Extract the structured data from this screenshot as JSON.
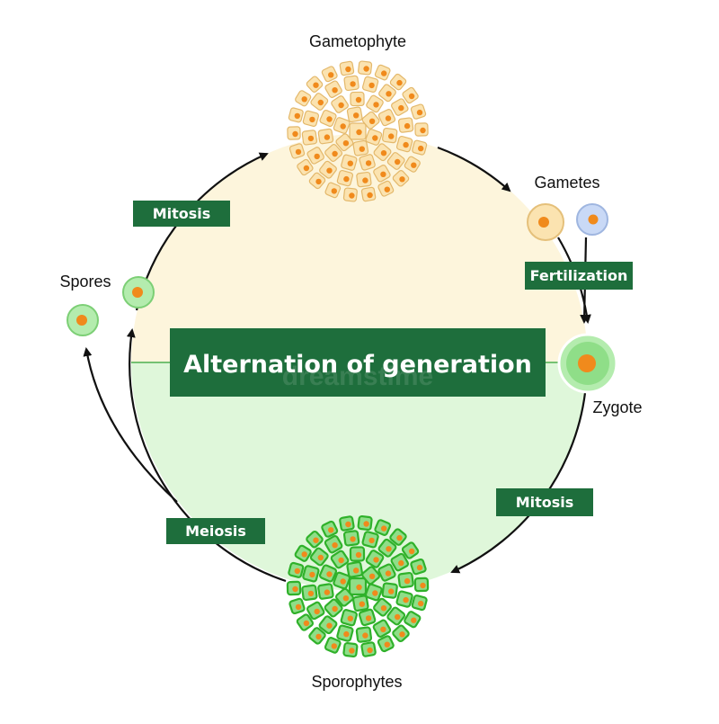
{
  "title": "Alternation of generation",
  "watermark": "dreamstime",
  "stages": {
    "gametophyte": "Gametophyte",
    "gametes": "Gametes",
    "zygote": "Zygote",
    "sporophytes": "Sporophytes",
    "spores": "Spores"
  },
  "processes": {
    "mitosis_top": "Mitosis",
    "fertilization": "Fertilization",
    "mitosis_bottom": "Mitosis",
    "meiosis": "Meiosis"
  },
  "colors": {
    "upper_fill": "#fdf5dc",
    "lower_fill": "#dff7da",
    "label_box": "#1e6e3c",
    "gametophyte_cell": "#fbe3b0",
    "sporophyte_cell": "#8fde88",
    "nucleus": "#f08a1c",
    "blue_cell": "#c9d9f6",
    "arrow": "#111111"
  }
}
